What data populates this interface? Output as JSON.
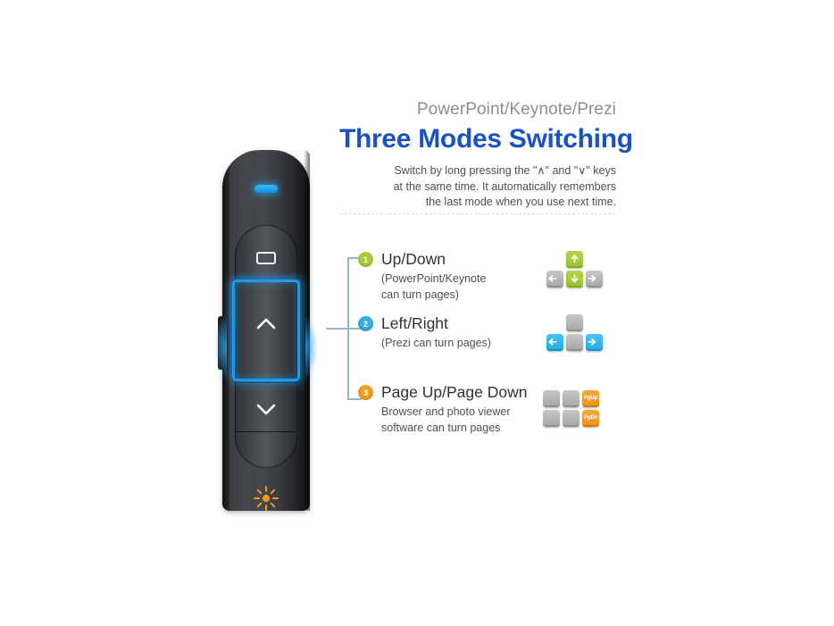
{
  "header": {
    "eyebrow": "PowerPoint/Keynote/Prezi",
    "headline": "Three Modes Switching",
    "subtitle_line1": "Switch by long pressing the  \"∧\" and \"∨\" keys",
    "subtitle_line2": "at the same time. It automatically remembers",
    "subtitle_line3": "the last mode when you use next time."
  },
  "colors": {
    "headline_blue": "#1a52c4",
    "badge_green": "#a8cc3a",
    "badge_blue": "#35aee4",
    "badge_orange": "#f3a01f",
    "key_green": "#a9cc35",
    "key_blue": "#2fb8ec",
    "key_orange": "#f09a16",
    "key_gray": "#b5b7b9",
    "bracket_line": "#8fb8c9",
    "highlight_box": "#1a9bf0",
    "led": "#1f9fe6",
    "laser": "#f59a1a"
  },
  "items": [
    {
      "number": "1",
      "title": "Up/Down",
      "desc_line1": "(PowerPoint/Keynote",
      "desc_line2": "can turn pages)",
      "badge_color": "#a8cc3a",
      "keys": [
        {
          "name": "arrow-up-key",
          "glyph": "arrow-up",
          "style": "green",
          "col": 1,
          "row": 0
        },
        {
          "name": "arrow-left-key",
          "glyph": "arrow-left",
          "style": "gray",
          "col": 0,
          "row": 1
        },
        {
          "name": "arrow-down-key",
          "glyph": "arrow-down",
          "style": "green",
          "col": 1,
          "row": 1
        },
        {
          "name": "arrow-right-key",
          "glyph": "arrow-right",
          "style": "gray",
          "col": 2,
          "row": 1
        }
      ]
    },
    {
      "number": "2",
      "title": "Left/Right",
      "desc_line1": "(Prezi can turn pages)",
      "desc_line2": "",
      "badge_color": "#35aee4",
      "keys": [
        {
          "name": "arrow-up-key",
          "glyph": "blank",
          "style": "gray",
          "col": 1,
          "row": 0
        },
        {
          "name": "arrow-left-key",
          "glyph": "arrow-left",
          "style": "blue",
          "col": 0,
          "row": 1
        },
        {
          "name": "arrow-down-key",
          "glyph": "blank",
          "style": "gray",
          "col": 1,
          "row": 1
        },
        {
          "name": "arrow-right-key",
          "glyph": "arrow-right",
          "style": "blue",
          "col": 2,
          "row": 1
        }
      ]
    },
    {
      "number": "3",
      "title": "Page Up/Page Down",
      "desc_line1": "Browser and photo viewer",
      "desc_line2": "software can turn pages",
      "badge_color": "#f3a01f",
      "keys": [
        {
          "name": "blank-key",
          "glyph": "blank",
          "style": "gray",
          "col": 0,
          "row": 0
        },
        {
          "name": "blank-key",
          "glyph": "blank",
          "style": "gray",
          "col": 1,
          "row": 0
        },
        {
          "name": "page-up-key",
          "glyph": "text",
          "label": "PgUp",
          "style": "orange",
          "col": 2,
          "row": 0
        },
        {
          "name": "blank-key",
          "glyph": "blank",
          "style": "gray",
          "col": 0,
          "row": 1
        },
        {
          "name": "blank-key",
          "glyph": "blank",
          "style": "gray",
          "col": 1,
          "row": 1
        },
        {
          "name": "page-down-key",
          "glyph": "text",
          "label": "PgDn",
          "style": "orange",
          "col": 2,
          "row": 1
        }
      ]
    }
  ],
  "device": {
    "led_label": "status-led",
    "screen_button_label": "screen-blank-button",
    "up_button_label": "up-chevron-button",
    "down_button_label": "down-chevron-button",
    "laser_button_label": "laser-pointer-button",
    "side_button_label": "side-button"
  }
}
